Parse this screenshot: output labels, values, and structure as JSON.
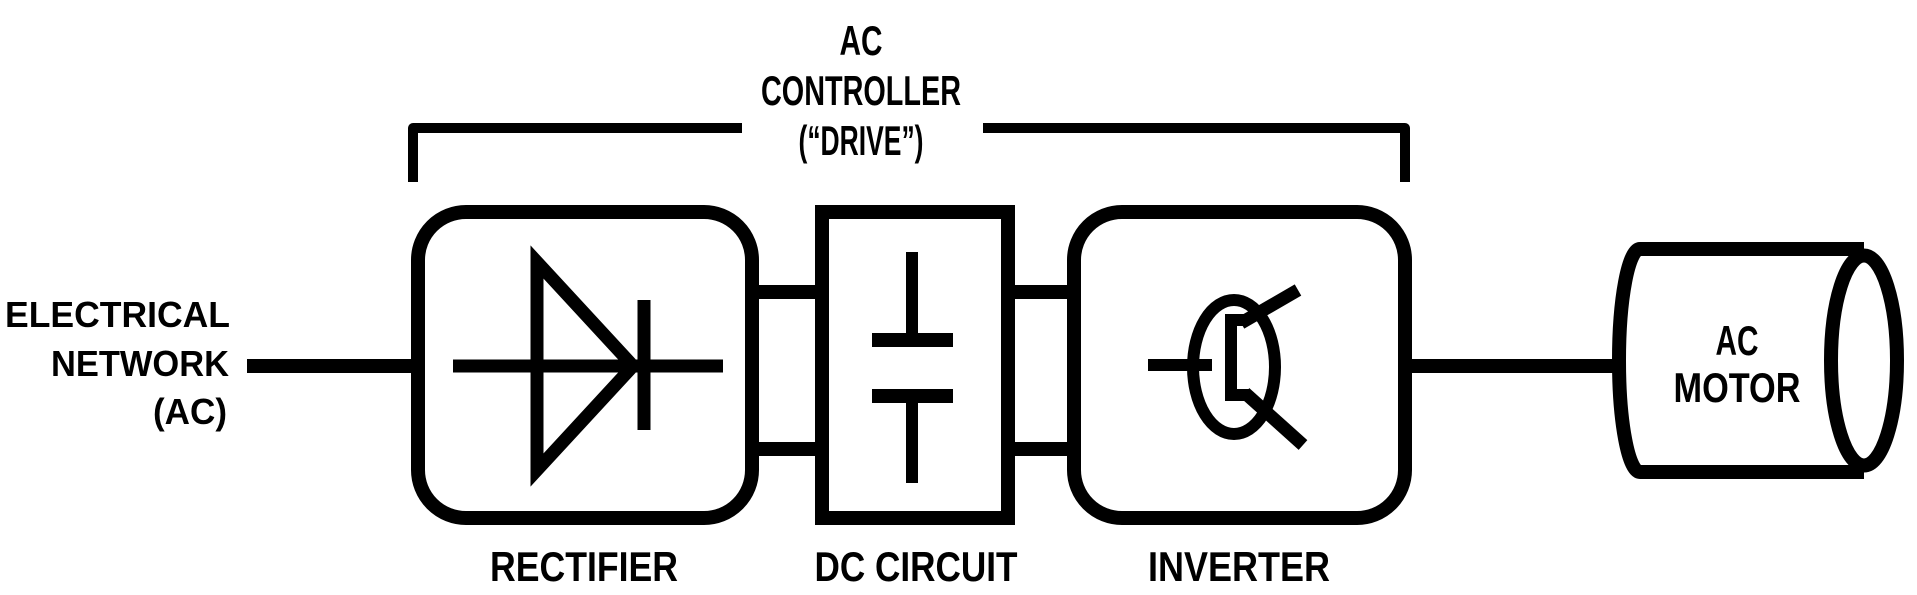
{
  "colors": {
    "line": "#000000",
    "background": "#ffffff",
    "text": "#000000"
  },
  "source_label": {
    "line1": "ELECTRICAL",
    "line2": "NETWORK",
    "line3": "(AC)"
  },
  "controller_bracket": {
    "line1": "AC",
    "line2": "CONTROLLER",
    "line3": "(“DRIVE”)"
  },
  "blocks": {
    "rectifier": {
      "label": "RECTIFIER",
      "symbol": "diode"
    },
    "dc_circuit": {
      "label": "DC CIRCUIT",
      "symbol": "capacitor"
    },
    "inverter": {
      "label": "INVERTER",
      "symbol": "transistor"
    }
  },
  "motor": {
    "line1": "AC",
    "line2": "MOTOR"
  }
}
